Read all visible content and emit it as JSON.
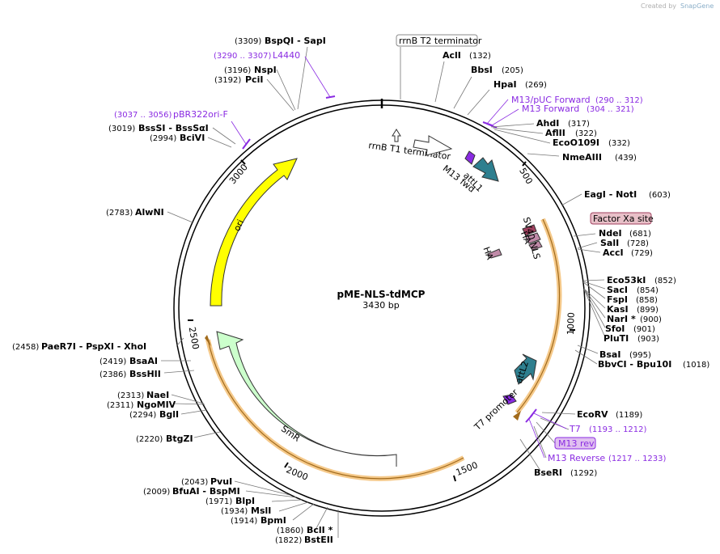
{
  "credit": {
    "created_by": "Created by",
    "app_name": "SnapGene"
  },
  "plasmid": {
    "name": "pME-NLS-tdMCP",
    "size": "3430 bp"
  },
  "ticks": [
    "500",
    "1000",
    "1500",
    "2000",
    "2500",
    "3000"
  ],
  "sites": [
    {
      "name": "AclI",
      "pos": "(132)"
    },
    {
      "name": "BbsI",
      "pos": "(205)"
    },
    {
      "name": "HpaI",
      "pos": "(269)"
    },
    {
      "name": "AhdI",
      "pos": "(317)"
    },
    {
      "name": "AflII",
      "pos": "(322)"
    },
    {
      "name": "EcoO109I",
      "pos": "(332)"
    },
    {
      "name": "NmeAIII",
      "pos": "(439)"
    },
    {
      "name": "EagI  -  NotI",
      "pos": "(603)"
    },
    {
      "name": "NdeI",
      "pos": "(681)"
    },
    {
      "name": "SalI",
      "pos": "(728)"
    },
    {
      "name": "AccI",
      "pos": "(729)"
    },
    {
      "name": "Eco53kI",
      "pos": "(852)"
    },
    {
      "name": "SacI",
      "pos": "(854)"
    },
    {
      "name": "FspI",
      "pos": "(858)"
    },
    {
      "name": "KasI",
      "pos": "(899)"
    },
    {
      "name": "NarI *",
      "pos": "(900)"
    },
    {
      "name": "SfoI",
      "pos": "(901)"
    },
    {
      "name": "PluTI",
      "pos": "(903)"
    },
    {
      "name": "BsaI",
      "pos": "(995)"
    },
    {
      "name": "BbvCI  -  Bpu10I",
      "pos": "(1018)"
    },
    {
      "name": "EcoRV",
      "pos": "(1189)"
    },
    {
      "name": "BseRI",
      "pos": "(1292)"
    },
    {
      "name": "BstEII",
      "pos": "(1822)"
    },
    {
      "name": "BclI *",
      "pos": "(1860)"
    },
    {
      "name": "BpmI",
      "pos": "(1914)"
    },
    {
      "name": "MslI",
      "pos": "(1934)"
    },
    {
      "name": "BlpI",
      "pos": "(1971)"
    },
    {
      "name": "BfuAI  -  BspMI",
      "pos": "(2009)"
    },
    {
      "name": "PvuI",
      "pos": "(2043)"
    },
    {
      "name": "BtgZI",
      "pos": "(2220)"
    },
    {
      "name": "BglI",
      "pos": "(2294)"
    },
    {
      "name": "NgoMIV",
      "pos": "(2311)"
    },
    {
      "name": "NaeI",
      "pos": "(2313)"
    },
    {
      "name": "BssHII",
      "pos": "(2386)"
    },
    {
      "name": "BsaAI",
      "pos": "(2419)"
    },
    {
      "name": "PaeR7I  -  PspXI  -  XhoI",
      "pos": "(2458)"
    },
    {
      "name": "AlwNI",
      "pos": "(2783)"
    },
    {
      "name": "BciVI",
      "pos": "(2994)"
    },
    {
      "name": "BssSI  -  BssSαI",
      "pos": "(3019)"
    },
    {
      "name": "PciI",
      "pos": "(3192)"
    },
    {
      "name": "NspI",
      "pos": "(3196)"
    },
    {
      "name": "BspQI  -  SapI",
      "pos": "(3309)"
    }
  ],
  "primers": [
    {
      "name": "L4440",
      "pos": "(3290 .. 3307)"
    },
    {
      "name": "pBR322ori-F",
      "pos": "(3037 .. 3056)"
    },
    {
      "name": "M13/pUC Forward",
      "pos": "(290 .. 312)"
    },
    {
      "name": "M13 Forward",
      "pos": "(304 .. 321)"
    },
    {
      "name": "T7",
      "pos": "(1193 .. 1212)"
    },
    {
      "name": "M13 rev",
      "pos": ""
    },
    {
      "name": "M13 Reverse",
      "pos": "(1217 .. 1233)"
    }
  ],
  "boxed": {
    "terminator": "rrnB T2 terminator",
    "factor_xa": "Factor Xa site"
  },
  "features": {
    "rrnb_t1": "rrnB T1 terminator",
    "m13_fwd": "M13 fwd",
    "attl1": "attL1",
    "ha1": "HA",
    "sv40": "SV40 NLS",
    "ha2": "HA",
    "attl2": "attL2",
    "t7prom": "T7 promoter",
    "ori": "ori",
    "smr": "SmR"
  },
  "colors": {
    "ori": "#ffff00",
    "smr": "#ccffcc",
    "attl": "#2e7f8f",
    "primer": "#8a2be2",
    "orange_band": "#f5c98a",
    "nls": "#c08aa8",
    "factor_xa": "#e8c0c8"
  }
}
